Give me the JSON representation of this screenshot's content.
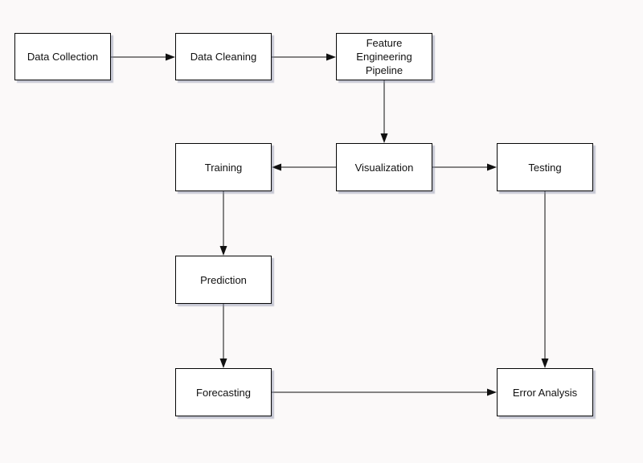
{
  "canvas": {
    "background_color": "#fbf9f9",
    "node_fill": "#ffffff",
    "node_border_color": "#000000",
    "connector_color": "#5c5c5c",
    "arrowhead_color": "#111111"
  },
  "diagram": {
    "nodes": [
      {
        "id": "data-collection",
        "label": "Data Collection"
      },
      {
        "id": "data-cleaning",
        "label": "Data Cleaning"
      },
      {
        "id": "feature-engineering-pipeline",
        "label": "Feature Engineering Pipeline"
      },
      {
        "id": "training",
        "label": "Training"
      },
      {
        "id": "visualization",
        "label": "Visualization"
      },
      {
        "id": "testing",
        "label": "Testing"
      },
      {
        "id": "prediction",
        "label": "Prediction"
      },
      {
        "id": "forecasting",
        "label": "Forecasting"
      },
      {
        "id": "error-analysis",
        "label": "Error Analysis"
      }
    ],
    "edges": [
      {
        "from": "data-collection",
        "to": "data-cleaning"
      },
      {
        "from": "data-cleaning",
        "to": "feature-engineering-pipeline"
      },
      {
        "from": "feature-engineering-pipeline",
        "to": "visualization"
      },
      {
        "from": "visualization",
        "to": "training"
      },
      {
        "from": "visualization",
        "to": "testing"
      },
      {
        "from": "training",
        "to": "prediction"
      },
      {
        "from": "prediction",
        "to": "forecasting"
      },
      {
        "from": "forecasting",
        "to": "error-analysis"
      },
      {
        "from": "testing",
        "to": "error-analysis"
      }
    ]
  }
}
